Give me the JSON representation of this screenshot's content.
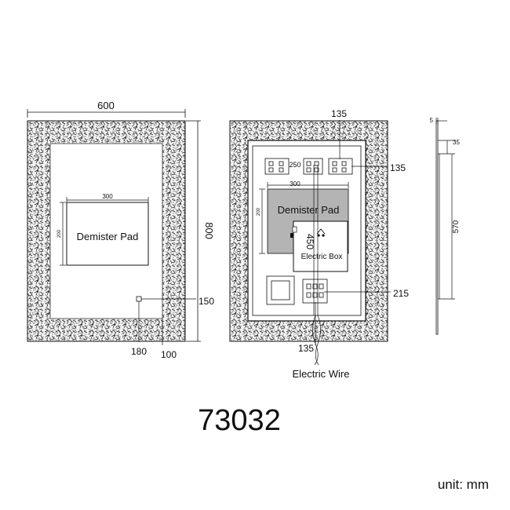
{
  "front_view": {
    "width_label": "600",
    "height_label": "800",
    "pad_width_label": "300",
    "pad_height_label": "200",
    "pad_title": "Demister  Pad",
    "switch_offset_label": "150",
    "bottom_left_label": "180",
    "bottom_right_label": "100"
  },
  "back_view": {
    "top_label": "135",
    "right_label": "135",
    "left_small_label": "250",
    "pad_width_label": "300",
    "pad_height_label": "200",
    "pad_title": "Demister  Pad",
    "box_dim_label": "450",
    "box_title": "Electric  Box",
    "side_label": "215",
    "bottom_label": "135",
    "wire_label": "Electric  Wire"
  },
  "side_view": {
    "depth_label": "5",
    "top_gap_label": "35",
    "height_label": "570"
  },
  "model_number": "73032",
  "unit_label": "unit: mm",
  "colors": {
    "line": "#111111",
    "pad_fill_back": "#b4b4b4",
    "glass": "#ffffff"
  }
}
